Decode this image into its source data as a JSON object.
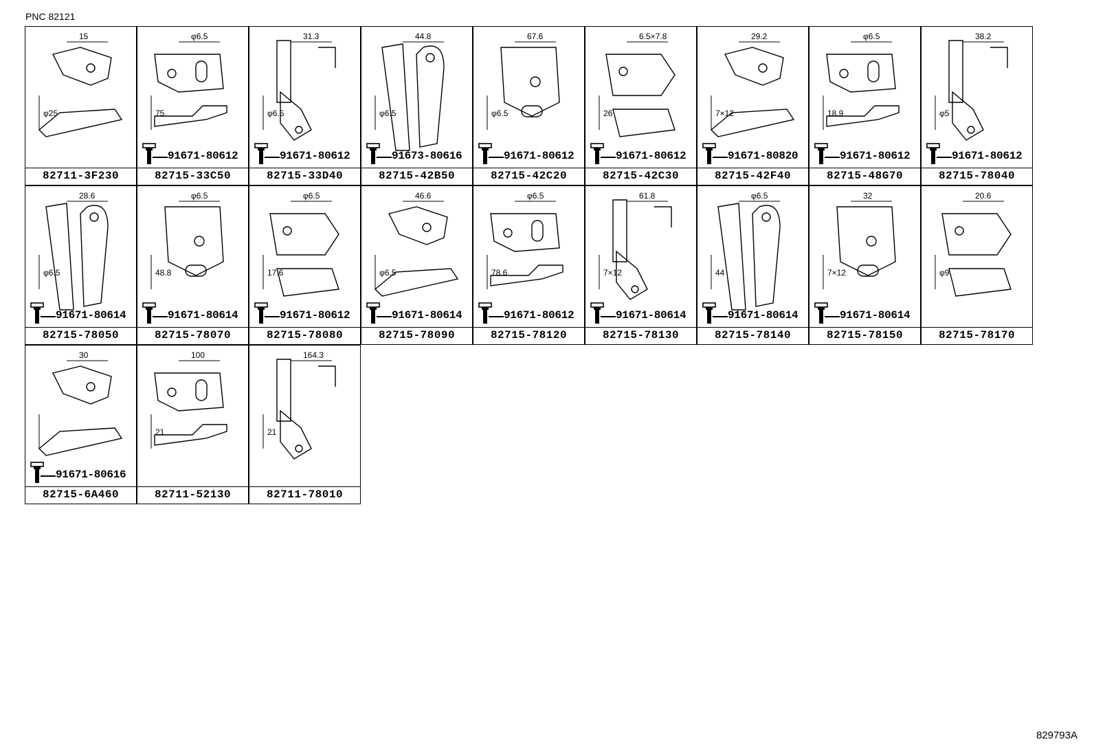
{
  "header": {
    "pnc": "PNC 82121"
  },
  "figure_id": "829793A",
  "cells": [
    {
      "part": "82711-3F230",
      "bolt": "",
      "dims": [
        "15",
        "φ25"
      ]
    },
    {
      "part": "82715-33C50",
      "bolt": "91671-80612",
      "dims": [
        "φ6.5",
        "75"
      ]
    },
    {
      "part": "82715-33D40",
      "bolt": "91671-80612",
      "dims": [
        "31.3",
        "φ6.5"
      ]
    },
    {
      "part": "82715-42B50",
      "bolt": "91673-80616",
      "dims": [
        "44.8",
        "φ6.5"
      ]
    },
    {
      "part": "82715-42C20",
      "bolt": "91671-80612",
      "dims": [
        "67.6",
        "φ6.5"
      ]
    },
    {
      "part": "82715-42C30",
      "bolt": "91671-80612",
      "dims": [
        "6.5×7.8",
        "26"
      ]
    },
    {
      "part": "82715-42F40",
      "bolt": "91671-80820",
      "dims": [
        "29.2",
        "7×12"
      ]
    },
    {
      "part": "82715-48G70",
      "bolt": "91671-80612",
      "dims": [
        "φ6.5",
        "18.9"
      ]
    },
    {
      "part": "82715-78040",
      "bolt": "91671-80612",
      "dims": [
        "38.2",
        "φ5"
      ]
    },
    {
      "part": "82715-78050",
      "bolt": "91671-80614",
      "dims": [
        "28.6",
        "φ6.5"
      ]
    },
    {
      "part": "82715-78070",
      "bolt": "91671-80614",
      "dims": [
        "φ6.5",
        "48.8"
      ]
    },
    {
      "part": "82715-78080",
      "bolt": "91671-80612",
      "dims": [
        "φ6.5",
        "17.6"
      ]
    },
    {
      "part": "82715-78090",
      "bolt": "91671-80614",
      "dims": [
        "46.6",
        "φ6.5"
      ]
    },
    {
      "part": "82715-78120",
      "bolt": "91671-80612",
      "dims": [
        "φ6.5",
        "78.6"
      ]
    },
    {
      "part": "82715-78130",
      "bolt": "91671-80614",
      "dims": [
        "61.8",
        "7×12"
      ]
    },
    {
      "part": "82715-78140",
      "bolt": "91671-80614",
      "dims": [
        "φ6.5",
        "44"
      ]
    },
    {
      "part": "82715-78150",
      "bolt": "91671-80614",
      "dims": [
        "32",
        "7×12"
      ]
    },
    {
      "part": "82715-78170",
      "bolt": "",
      "dims": [
        "20.6",
        "φ9"
      ]
    },
    {
      "part": "82715-6A460",
      "bolt": "91671-80616",
      "dims": [
        "30",
        ""
      ]
    },
    {
      "part": "82711-52130",
      "bolt": "",
      "dims": [
        "100",
        "21"
      ]
    },
    {
      "part": "82711-78010",
      "bolt": "",
      "dims": [
        "164.3",
        "21"
      ]
    }
  ]
}
